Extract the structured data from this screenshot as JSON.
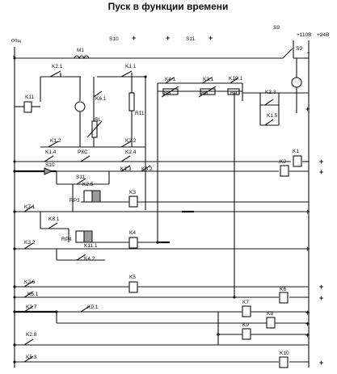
{
  "title": "Пуск в функции времени",
  "supply": {
    "common": "Общ",
    "v110": "+110В",
    "v24": "+24В",
    "plus": "+",
    "minus": "-"
  },
  "labels": {
    "S9_top": "S9",
    "S9": "S9",
    "S10_top": "S10",
    "S11_top": "S11",
    "M1": "M1",
    "K2_1": "K2.1",
    "K1_1": "K1.1",
    "K4_1": "K4.1",
    "K3_1": "K3.1",
    "K10_1": "K10.1",
    "K11": "K11",
    "K6_1": "K6.1",
    "R3": "R3",
    "R6": "R6",
    "R9": "R9",
    "K2_3": "K2.3",
    "K1_5": "K1.5",
    "R11": "R11",
    "RL": "RL",
    "K1_2": "K1.2",
    "K2_2": "K2.2",
    "K1_4": "K1.4",
    "RKC": "РКС",
    "K2_4": "K2.4",
    "K1": "K1",
    "S10": "S10",
    "S11": "S11",
    "K1_3": "K1.3",
    "K6_2": "K6.2",
    "K2": "K2",
    "K2_5": "K2.5",
    "RP3": "RP3",
    "K3": "K3",
    "K7_1": "K7.1",
    "K8_1": "K8.1",
    "K3_2": "K3.2",
    "RP4": "RP4",
    "K11_1": "K11.1",
    "K4": "K4",
    "K4_2": "K4.2",
    "K2_6": "K2.6",
    "K5_1": "K5.1",
    "K5": "K5",
    "K6": "K6",
    "K2_7": "K2.7",
    "K9_1": "K9.1",
    "K7": "K7",
    "K8": "K8",
    "K2_8": "K2.8",
    "K9": "K9",
    "K5_3": "K5.3",
    "K10": "K10"
  }
}
